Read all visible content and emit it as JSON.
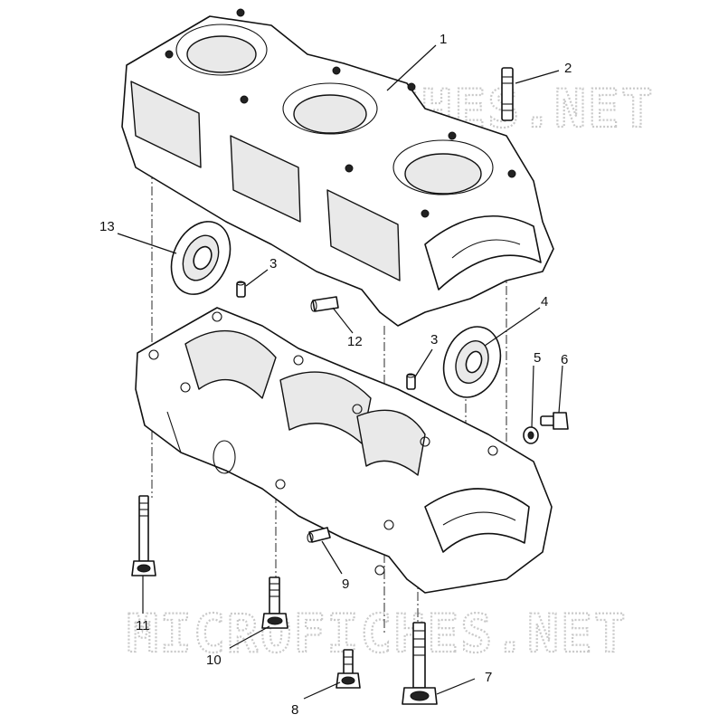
{
  "watermark": "MICROFICHES.NET",
  "callouts": {
    "c1": "1",
    "c2": "2",
    "c3a": "3",
    "c3b": "3",
    "c4": "4",
    "c5": "5",
    "c6": "6",
    "c7": "7",
    "c8": "8",
    "c9": "9",
    "c10": "10",
    "c11": "11",
    "c12": "12",
    "c13": "13"
  }
}
